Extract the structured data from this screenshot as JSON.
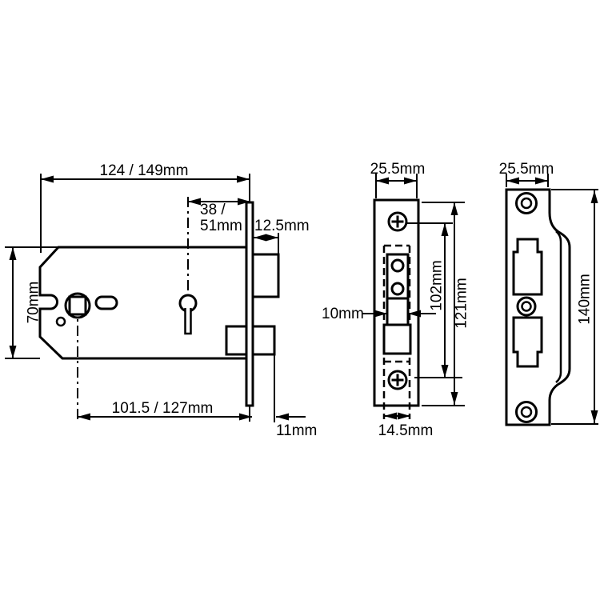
{
  "background": "#ffffff",
  "line_color": "#000000",
  "views": {
    "lock_body": {
      "dim_overall_length": "124 / 149mm",
      "dim_keyhole_backset_line1": "38 /",
      "dim_keyhole_backset_line2": "51mm",
      "dim_latchbolt_throw": "12.5mm",
      "dim_case_height": "70mm",
      "dim_spindle_backset": "101.5 / 127mm",
      "dim_deadbolt_throw": "11mm"
    },
    "faceplate": {
      "dim_width": "25.5mm",
      "dim_bolt_width": "10mm",
      "dim_screw_centres": "102mm",
      "dim_height": "121mm",
      "dim_case_width": "14.5mm"
    },
    "strike_plate": {
      "dim_width": "25.5mm",
      "dim_height": "140mm"
    }
  }
}
